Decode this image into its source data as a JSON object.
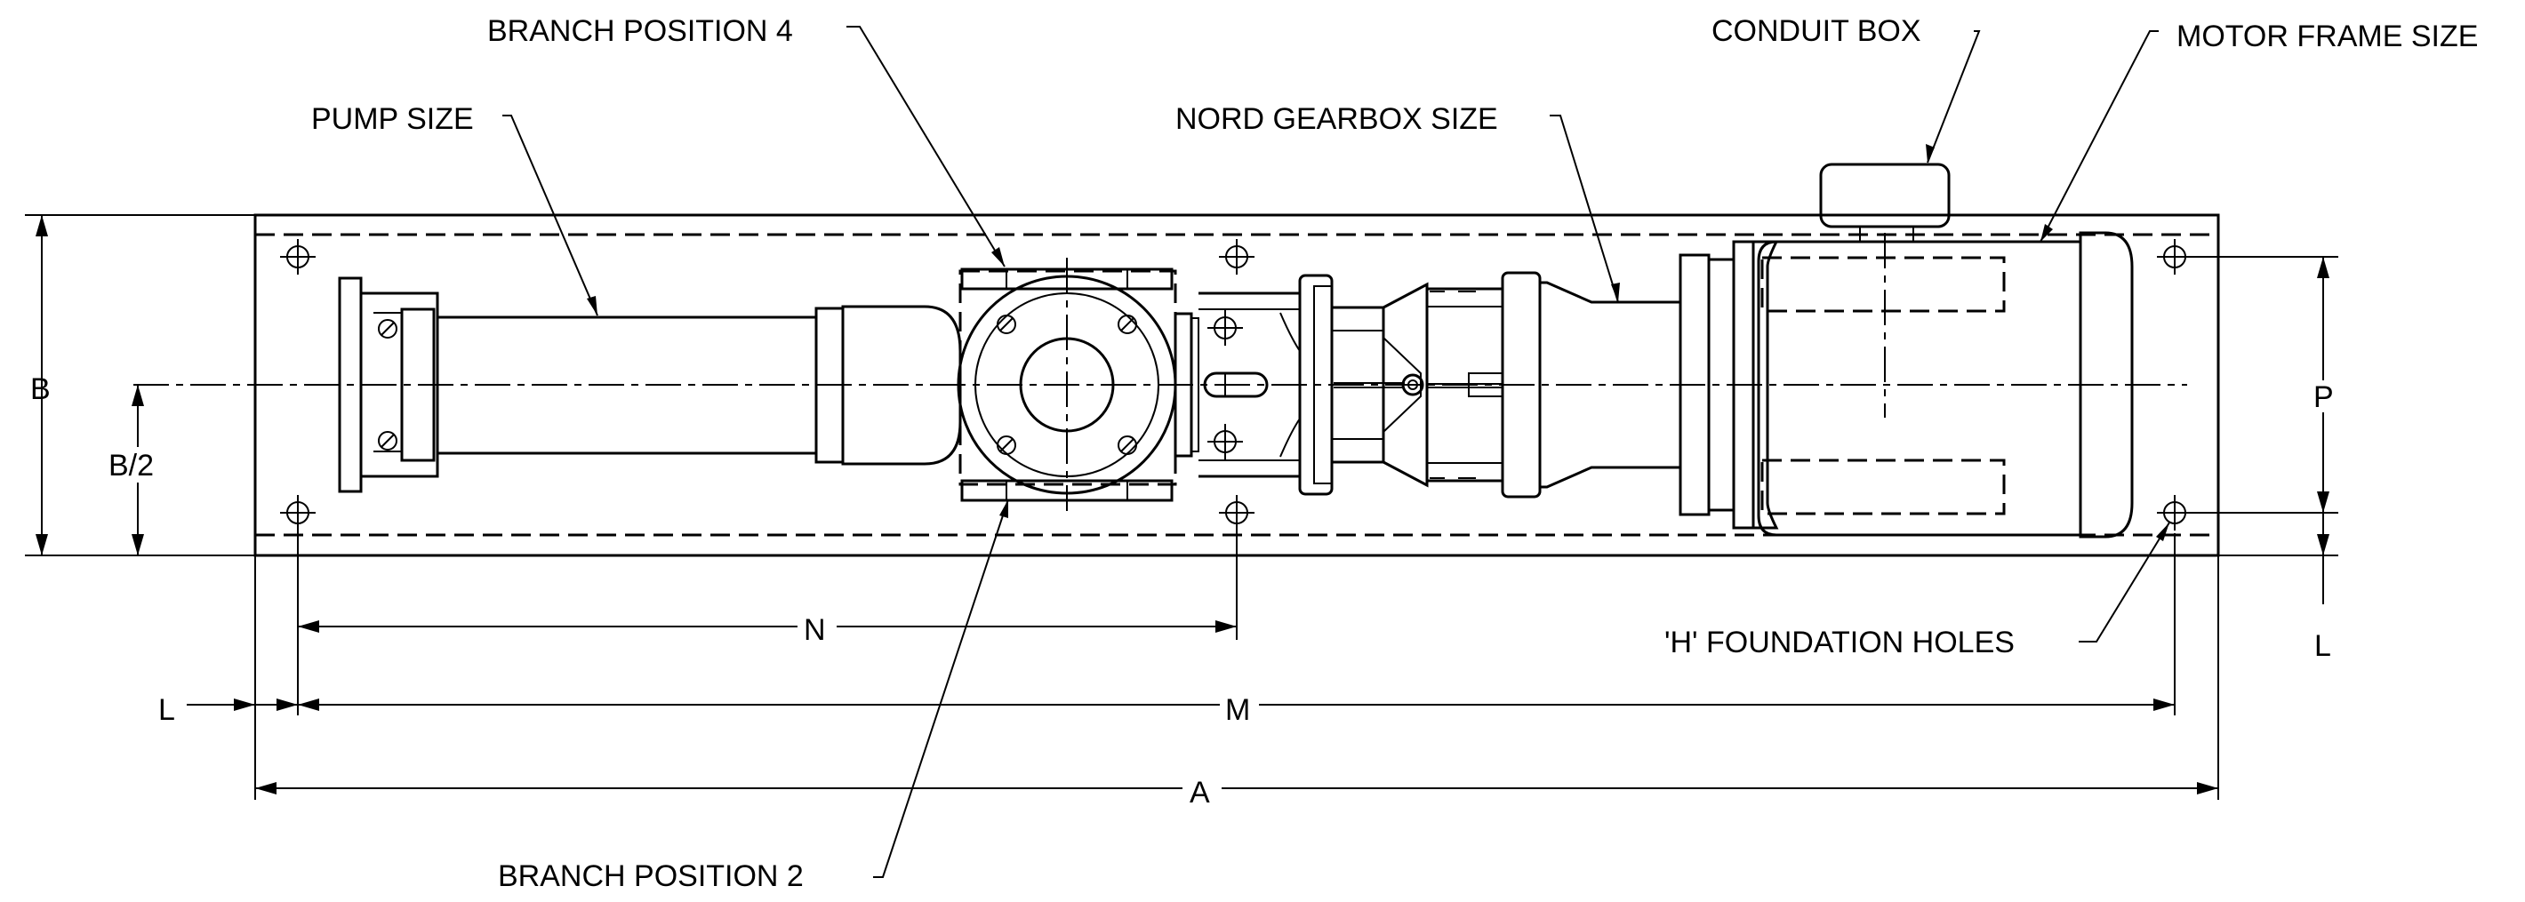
{
  "drawing": {
    "labels": {
      "branch_position_4": "BRANCH POSITION 4",
      "branch_position_2": "BRANCH POSITION 2",
      "pump_size": "PUMP SIZE",
      "nord_gearbox_size": "NORD GEARBOX SIZE",
      "conduit_box": "CONDUIT BOX",
      "motor_frame_size": "MOTOR FRAME SIZE",
      "foundation_holes": "'H' FOUNDATION HOLES"
    },
    "dimensions": {
      "a": "A",
      "b": "B",
      "b_half": "B/2",
      "l_bottom": "L",
      "l_right": "L",
      "m": "M",
      "n": "N",
      "p": "P"
    }
  }
}
